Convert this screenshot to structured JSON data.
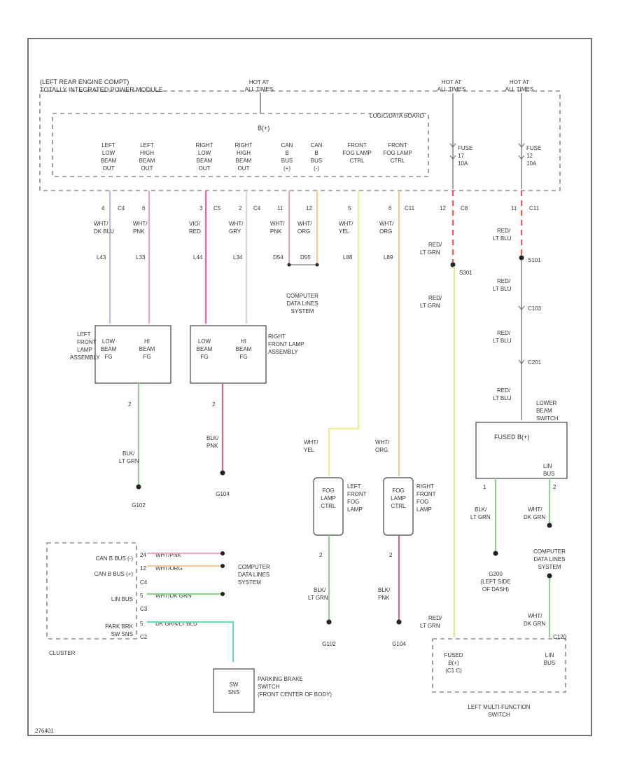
{
  "module": {
    "title_line1": "(LEFT REAR ENGINE COMPT)",
    "title_line2": "TOTALLY INTEGRATED POWER MODULE",
    "hot_label": "HOT AT",
    "all_times": "ALL TIMES",
    "hot_label2": "HOT AT",
    "all_times2": "ALL TIMES",
    "hot_label3": "HOT AT",
    "all_times3": "ALL TIMES",
    "logic_board": "LOGIC/DATA BOARD",
    "battery": "B(+)",
    "fuse1_name": "FUSE",
    "fuse1_num": "17",
    "fuse1_amp": "10A",
    "fuse2_name": "FUSE",
    "fuse2_num": "12",
    "fuse2_amp": "10A"
  },
  "module_pins": [
    {
      "l1": "LEFT",
      "l2": "LOW",
      "l3": "BEAM",
      "l4": "OUT"
    },
    {
      "l1": "LEFT",
      "l2": "HIGH",
      "l3": "BEAM",
      "l4": "OUT"
    },
    {
      "l1": "RIGHT",
      "l2": "LOW",
      "l3": "BEAM",
      "l4": "OUT"
    },
    {
      "l1": "RIGHT",
      "l2": "HIGH",
      "l3": "BEAM",
      "l4": "OUT"
    },
    {
      "l1": "CAN",
      "l2": "B",
      "l3": "BUS",
      "l4": "(+)"
    },
    {
      "l1": "CAN",
      "l2": "B",
      "l3": "BUS",
      "l4": "(-)"
    },
    {
      "l1": "FRONT",
      "l2": "FOG LAMP",
      "l3": "CTRL",
      "l4": ""
    },
    {
      "l1": "FRONT",
      "l2": "FOG LAMP",
      "l3": "CTRL",
      "l4": ""
    }
  ],
  "connectors": [
    {
      "num": "4",
      "conn": "C4"
    },
    {
      "num": "6",
      "conn": ""
    },
    {
      "num": "3",
      "conn": "C5"
    },
    {
      "num": "2",
      "conn": "C4"
    },
    {
      "num": "11",
      "conn": ""
    },
    {
      "num": "12",
      "conn": ""
    },
    {
      "num": "5",
      "conn": ""
    },
    {
      "num": "6",
      "conn": "C11"
    },
    {
      "num": "12",
      "conn": "C8"
    },
    {
      "num": "11",
      "conn": "C11"
    }
  ],
  "wires": [
    {
      "c1": "WHT/",
      "c2": "DK BLU",
      "circuit": "L43"
    },
    {
      "c1": "WHT/",
      "c2": "PNK",
      "circuit": "L33"
    },
    {
      "c1": "VIO/",
      "c2": "RED",
      "circuit": "L44"
    },
    {
      "c1": "WHT/",
      "c2": "GRY",
      "circuit": "L34"
    },
    {
      "c1": "WHT/",
      "c2": "PNK",
      "circuit": "D54"
    },
    {
      "c1": "WHT/",
      "c2": "ORG",
      "circuit": "D55"
    },
    {
      "c1": "WHT/",
      "c2": "YEL",
      "circuit": "L88"
    },
    {
      "c1": "WHT/",
      "c2": "ORG",
      "circuit": "L89"
    }
  ],
  "data_lines_top": {
    "l1": "COMPUTER",
    "l2": "DATA LINES",
    "l3": "SYSTEM"
  },
  "left_lamp": {
    "low1": "LOW",
    "low2": "BEAM",
    "low3": "FG",
    "hi1": "HI",
    "hi2": "BEAM",
    "hi3": "FG",
    "name1": "LEFT",
    "name2": "FRONT",
    "name3": "LAMP",
    "name4": "ASSEMBLY",
    "ground_pin": "2",
    "ground_c1": "BLK/",
    "ground_c2": "LT GRN",
    "splice": "G102"
  },
  "right_lamp": {
    "low1": "LOW",
    "low2": "BEAM",
    "low3": "FG",
    "hi1": "HI",
    "hi2": "BEAM",
    "hi3": "FG",
    "name1": "RIGHT",
    "name2": "FRONT LAMP",
    "name3": "ASSEMBLY",
    "ground_pin": "2",
    "ground_c1": "BLK/",
    "ground_c2": "PNK",
    "splice": "G104"
  },
  "left_fog": {
    "w1": "WHT/",
    "w2": "YEL",
    "b1": "FOG",
    "b2": "LAMP",
    "b3": "CTRL",
    "n1": "LEFT",
    "n2": "FRONT",
    "n3": "FOG",
    "n4": "LAMP",
    "pin": "2",
    "g1": "BLK/",
    "g2": "LT GRN",
    "splice": "G102"
  },
  "right_fog": {
    "w1": "WHT/",
    "w2": "ORG",
    "b1": "FOG",
    "b2": "LAMP",
    "b3": "CTRL",
    "n1": "RIGHT",
    "n2": "FRONT",
    "n3": "FOG",
    "n4": "LAMP",
    "pin": "2",
    "g1": "BLK/",
    "g2": "PNK",
    "splice": "G104"
  },
  "right_feed": {
    "w1": "RED/",
    "w2": "LT GRN",
    "splice1": "S301",
    "w3": "RED/",
    "w4": "LT GRN",
    "w5": "RED/",
    "w6": "LT GRN"
  },
  "far_right_feed": {
    "a1": "RED/",
    "a2": "LT BLU",
    "splice": "S101",
    "b1": "RED/",
    "b2": "LT BLU",
    "conn1": "C103",
    "c1": "RED/",
    "c2": "LT BLU",
    "conn2": "C201",
    "d1": "RED/",
    "d2": "LT BLU"
  },
  "lower_beam": {
    "n1": "LOWER",
    "n2": "BEAM",
    "n3": "SWITCH",
    "box": "FUSED B(+)",
    "pin1": "1",
    "pin2": "2",
    "lin": "LIN",
    "bus": "BUS",
    "g1": "BLK/",
    "g2": "LT GRN",
    "ground": "G200",
    "gd1": "(LEFT SIDE",
    "gd2": "OF DASH)",
    "w1": "WHT/",
    "w2": "DK GRN"
  },
  "data_lines_right": {
    "l1": "COMPUTER",
    "l2": "DATA LINES",
    "l3": "SYSTEM",
    "w1": "WHT/",
    "w2": "DK GRN"
  },
  "multifunction": {
    "p1": "FUSED",
    "p2": "B(+)",
    "p3": "(C1 C)",
    "lin": "LIN",
    "bus": "BUS",
    "conn": "C120",
    "n1": "LEFT MULTI-FUNCTION",
    "n2": "SWITCH"
  },
  "cluster": {
    "name": "CLUSTER",
    "r1": "CAN B BUS (-)",
    "r1p": "24",
    "r1w": "WHT/PNK",
    "r2": "CAN B BUS (+)",
    "r2p": "12",
    "r2w": "WHT/ORG",
    "c4": "C4",
    "r3": "LIN BUS",
    "r3p": "5",
    "r3w": "WHT/DK GRN",
    "c3": "C3",
    "r4a": "PARK BRK",
    "r4b": "SW SNS",
    "r4p": "5",
    "r4w": "DK GRN/LT BLU",
    "c2": "C2",
    "dl1": "COMPUTER",
    "dl2": "DATA LINES",
    "dl3": "SYSTEM"
  },
  "parking_brake": {
    "b1": "SW",
    "b2": "SNS",
    "n1": "PARKING BRAKE",
    "n2": "SWITCH",
    "n3": "(FRONT CENTER OF BODY)"
  },
  "footer": "276401"
}
